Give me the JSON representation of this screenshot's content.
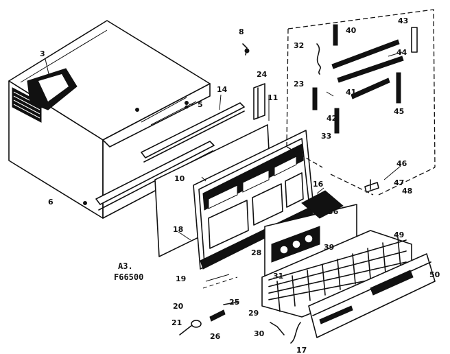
{
  "drawing": {
    "model_line1": "A3.",
    "model_line2": "F66500"
  },
  "callouts": [
    {
      "label": "3"
    },
    {
      "label": "6"
    },
    {
      "label": "5"
    },
    {
      "label": "8"
    },
    {
      "label": "14"
    },
    {
      "label": "24"
    },
    {
      "label": "11"
    },
    {
      "label": "10"
    },
    {
      "label": "18"
    },
    {
      "label": "19"
    },
    {
      "label": "32"
    },
    {
      "label": "40"
    },
    {
      "label": "43"
    },
    {
      "label": "44"
    },
    {
      "label": "23"
    },
    {
      "label": "41"
    },
    {
      "label": "45"
    },
    {
      "label": "42"
    },
    {
      "label": "33"
    },
    {
      "label": "46"
    },
    {
      "label": "47"
    },
    {
      "label": "16"
    },
    {
      "label": "48"
    },
    {
      "label": "36"
    },
    {
      "label": "49"
    },
    {
      "label": "28"
    },
    {
      "label": "39"
    },
    {
      "label": "31"
    },
    {
      "label": "29"
    },
    {
      "label": "50"
    },
    {
      "label": "20"
    },
    {
      "label": "25"
    },
    {
      "label": "21"
    },
    {
      "label": "26"
    },
    {
      "label": "30"
    },
    {
      "label": "17"
    }
  ]
}
